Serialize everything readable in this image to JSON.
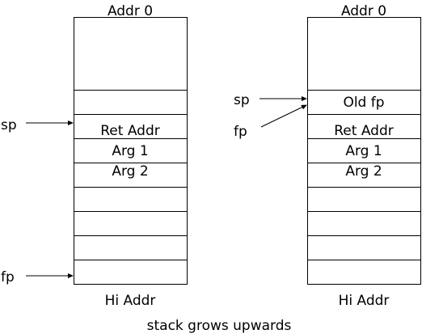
{
  "caption": "stack grows upwards",
  "stacks": [
    {
      "top_label": "Addr 0",
      "bottom_label": "Hi Addr",
      "cells": [
        "",
        "",
        "Ret Addr",
        "Arg 1",
        "Arg 2",
        "",
        "",
        "",
        ""
      ],
      "pointers": [
        {
          "label": "sp"
        },
        {
          "label": "fp"
        }
      ]
    },
    {
      "top_label": "Addr 0",
      "bottom_label": "Hi Addr",
      "cells": [
        "",
        "Old fp",
        "Ret Addr",
        "Arg 1",
        "Arg 2",
        "",
        "",
        "",
        ""
      ],
      "pointers": [
        {
          "label": "sp"
        },
        {
          "label": "fp"
        }
      ]
    }
  ]
}
